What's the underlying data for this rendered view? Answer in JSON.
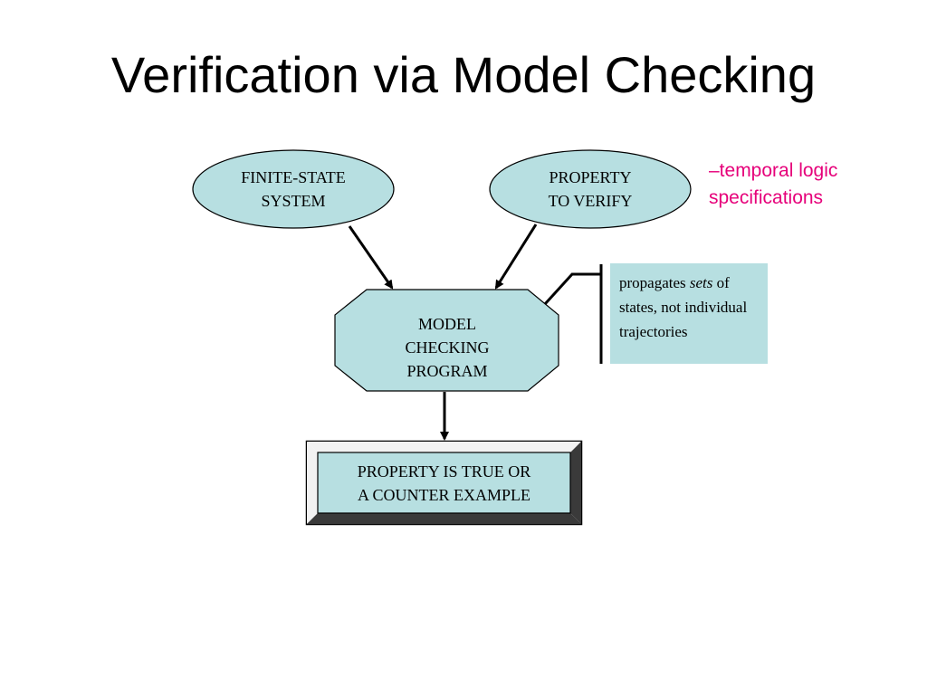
{
  "slide": {
    "title": "Verification via Model Checking"
  },
  "nodes": {
    "finite_state": {
      "lines": [
        "FINITE-STATE",
        "SYSTEM"
      ]
    },
    "property": {
      "lines": [
        "PROPERTY",
        "TO VERIFY"
      ]
    },
    "model_checking": {
      "lines": [
        "MODEL",
        "CHECKING",
        "PROGRAM"
      ]
    },
    "result": {
      "lines": [
        "PROPERTY IS TRUE OR",
        "A COUNTER EXAMPLE"
      ]
    }
  },
  "annotation": {
    "lines": [
      "–temporal logic",
      "specifications"
    ]
  },
  "note": {
    "before": "propagates ",
    "emphasis": "sets",
    "after": " of states, not individual trajectories"
  },
  "colors": {
    "node_fill": "#b7dfe1",
    "note_fill": "#b7dfe1",
    "annotation_text": "#e6007a",
    "outline": "#000000"
  }
}
